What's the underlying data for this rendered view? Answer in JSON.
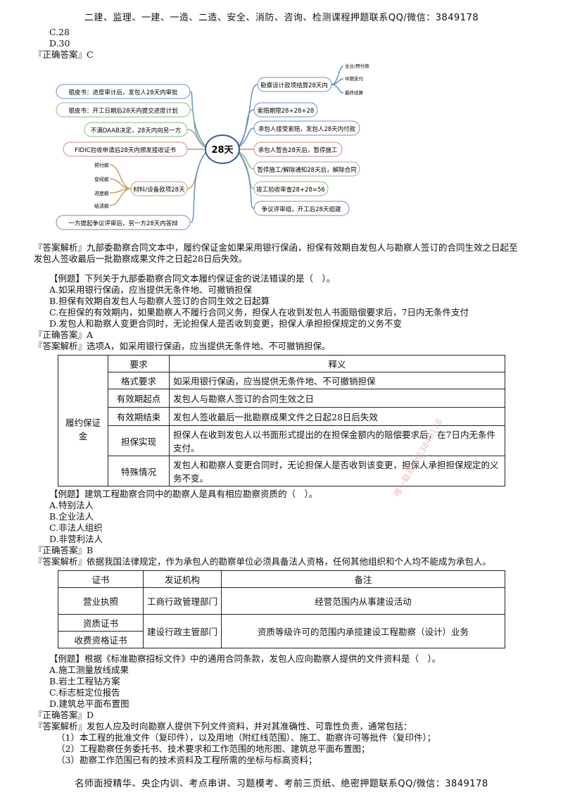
{
  "header": "二建、监理、一建、一造、二造、安全、消防、咨询、检测课程押题联系QQ/微信：3849178",
  "footer": "名师面授精华、央企内训、考点串讲、习题模考、考前三页纸、绝密押题联系QQ/微信：3849178",
  "top_options": [
    "C.28",
    "D.30"
  ],
  "answer1": "『正确答案』C",
  "mindmap": {
    "center": "28天",
    "left_nodes": [
      "银皮书：进度审计后，发包人28天内审批",
      "银皮书：开工日期后28天内提交进度计划",
      "不满DAAB决定，28天内向另一方",
      "FIDIC验收申请后28天内颁发接收证书",
      "材料/设备款项28天",
      "一方提起争议评审后，另一方28天内答辩"
    ],
    "material_children": [
      "预付款",
      "变经款",
      "进度款",
      "结清款"
    ],
    "right_nodes": [
      "勘察设计款项结算28天内",
      "索赔期限28+28+28",
      "承包人接受索赔，发包人28天内付款",
      "承包人暂告28天后，暂停施工",
      "暂停施工/解除通知28天后，解除合同",
      "竣工验收审查28+28=56",
      "争议评审组，开工后28天组建"
    ],
    "settlement_children": [
      "全业/预付款",
      "中期支付",
      "最终结算"
    ]
  },
  "analysis1": [
    "『答案解析』九部委勘察合同文本中，履约保证金如果采用银行保函，担保有效期自发包人与勘察人签订的合同生效之日起至",
    "发包人签收最后一批勘察成果文件之日起28日后失效。"
  ],
  "q2": {
    "stem": "【例题】下列关于九部委勘察合同文本履约保证金的说法错误的是（　）。",
    "options": [
      "A.如采用银行保函，应当提供无条件地、可撤销担保",
      "B.担保有效期自发包人与勘察人签订的合同生效之日起算",
      "C.在担保的有效期内，如果勘察人不履行合同义务，担保人在收到发包人书面赔偿要求后，7日内无条件支付",
      "D.发包人和勘察人变更合同时，无论担保人是否收到变更，担保人承担担保规定的义务不变"
    ],
    "answer": "『正确答案』A",
    "analysis": "『答案解析』选项A，如采用银行保函，应当提供无条件地、不可撤销担保。",
    "table": {
      "headers": [
        "要求",
        "释义"
      ],
      "group": "履约保证金",
      "rows": [
        [
          "格式要求",
          "如采用银行保函，应当提供无条件地、不可撤销担保"
        ],
        [
          "有效期起点",
          "发包人与勘察人签订的合同生效之日"
        ],
        [
          "有效期结束",
          "发包人签收最后一批勘察成果文件之日起28日后失效"
        ],
        [
          "担保实现",
          "担保人在收到发包人以书面形式提出的在担保金额内的赔偿要求后，在7日内无条件支付。"
        ],
        [
          "特殊情况",
          "发包人和勘察人变更合同时，无论担保人是否收到该变更，担保人承担担保规定的义务不变。"
        ]
      ]
    }
  },
  "q3": {
    "stem": "【例题】建筑工程勘察合同中的勘察人是具有相应勘察资质的（　）。",
    "options": [
      "A.特别法人",
      "B.企业法人",
      "C.非法人组织",
      "D.非营利法人"
    ],
    "answer": "『正确答案』B",
    "analysis": "『答案解析』依据我国法律规定，作为承包人的勘察单位必须具备法人资格，任何其他组织和个人均不能成为承包人。",
    "table": {
      "headers": [
        "证书",
        "发证机构",
        "备注"
      ],
      "rows": [
        [
          "营业执照",
          "工商行政管理部门",
          "经营范围内从事建设活动"
        ],
        [
          "资质证书",
          "建设行政主管部门",
          "资质等级许可的范围内承揽建设工程勘察（设计）业务"
        ],
        [
          "收费资格证书",
          "",
          ""
        ]
      ]
    }
  },
  "q4": {
    "stem": "【例题】根据《标准勘察招标文件》中的通用合同条款，发包人应向勘察人提供的文件资料是（　）。",
    "options": [
      "A.施工测量放线成果",
      "B.岩土工程钻方案",
      "C.标志桩定位报告",
      "D.建筑总平面布置图"
    ],
    "answer": "『正确答案』D",
    "analysis": "『答案解析』发包人应及时向勘察人提供下列文件资料，并对其准确性、可靠性负责，通常包括：",
    "items": [
      "（1）本工程的批准文件（复印件），以及用地（附红线范围）、施工、勘察许可等批件（复印件）；",
      "（2）工程勘察任务委托书、技术要求和工作范围的地形图、建筑总平面布置图；",
      "（3）勘察工作范围已有的技术资料及工程所需的坐标与标高资料；"
    ]
  },
  "watermark": "唯一联系微信3849178"
}
